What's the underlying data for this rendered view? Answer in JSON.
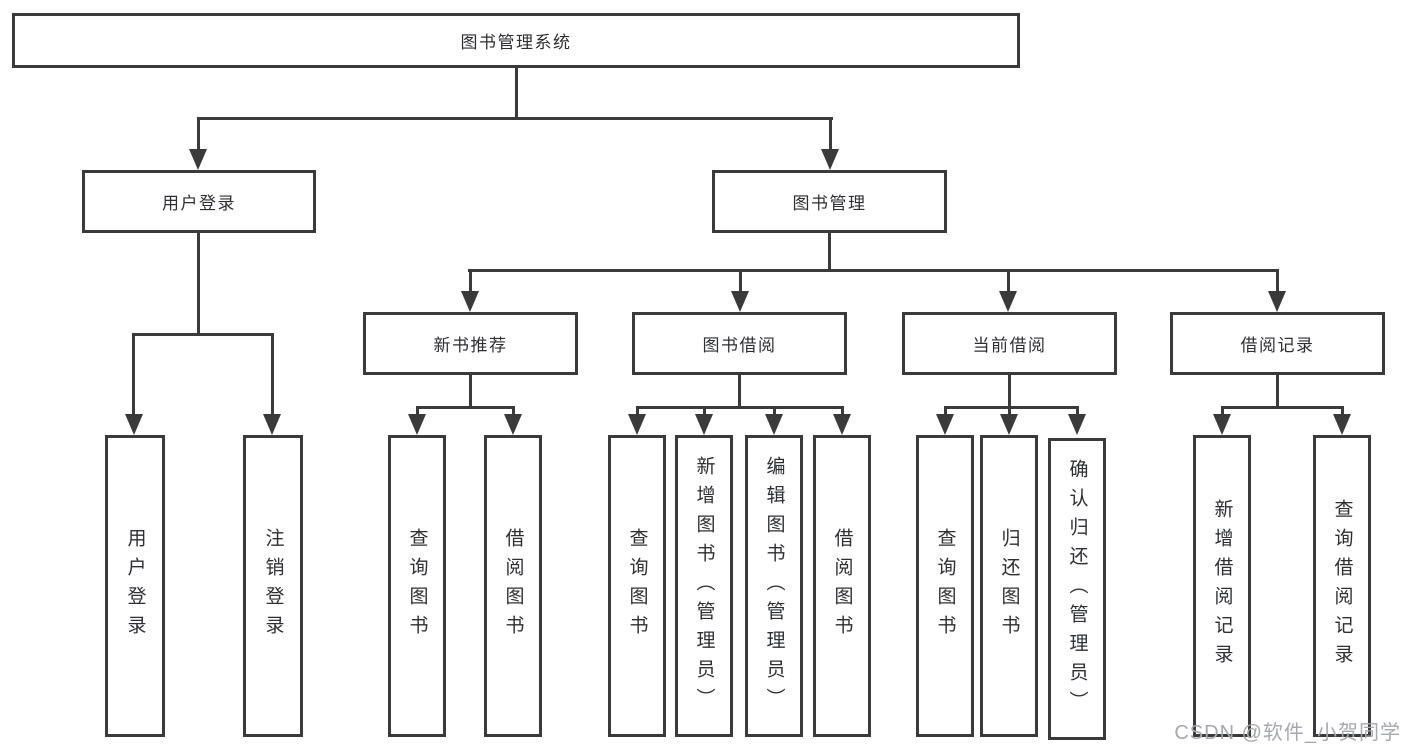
{
  "colors": {
    "line": "#3a3a3a",
    "text": "#2d2f33",
    "watermark": "#a6a9b0",
    "background": "#ffffff"
  },
  "watermark": {
    "text": "CSDN @软件_小贺同学"
  },
  "diagram": {
    "root": {
      "label": "图书管理系统"
    },
    "branches": [
      {
        "label": "用户登录",
        "children": [
          {
            "label": "用户登录"
          },
          {
            "label": "注销登录"
          }
        ]
      },
      {
        "label": "图书管理",
        "children": [
          {
            "label": "新书推荐",
            "children": [
              {
                "label": "查询图书"
              },
              {
                "label": "借阅图书"
              }
            ]
          },
          {
            "label": "图书借阅",
            "children": [
              {
                "label": "查询图书"
              },
              {
                "label": "新增图书（管理员）"
              },
              {
                "label": "编辑图书（管理员）"
              },
              {
                "label": "借阅图书"
              }
            ]
          },
          {
            "label": "当前借阅",
            "children": [
              {
                "label": "查询图书"
              },
              {
                "label": "归还图书"
              },
              {
                "label": "确认归还（管理员）"
              }
            ]
          },
          {
            "label": "借阅记录",
            "children": [
              {
                "label": "新增借阅记录"
              },
              {
                "label": "查询借阅记录"
              }
            ]
          }
        ]
      }
    ]
  }
}
